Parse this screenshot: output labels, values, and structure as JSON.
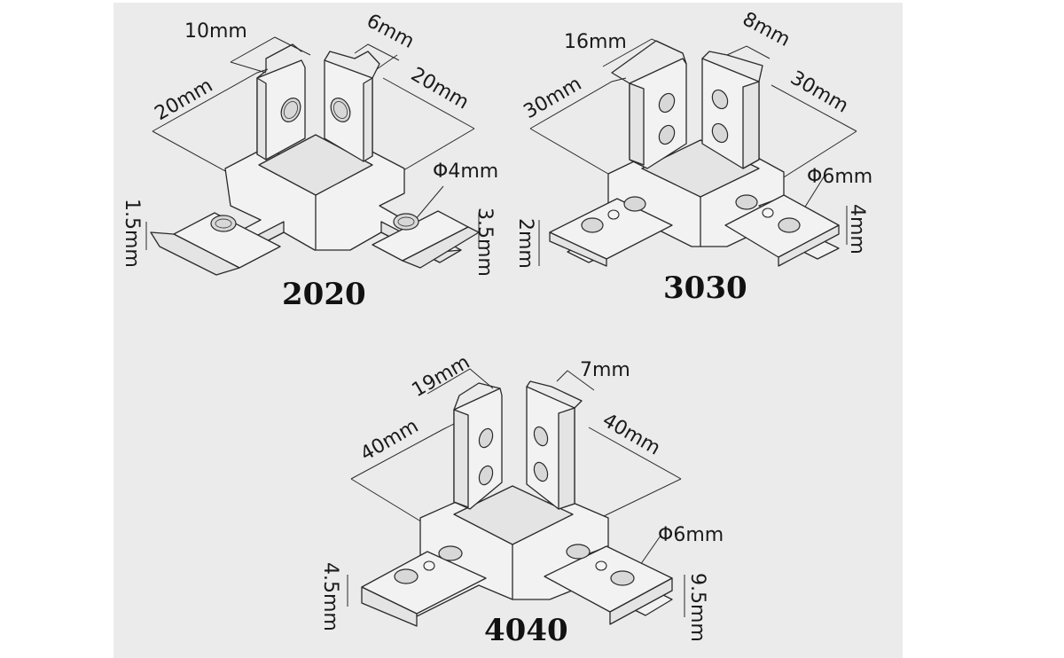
{
  "background": {
    "panel_color": "#ebebeb",
    "margin_color": "#ffffff",
    "line_color": "#2a2a2a"
  },
  "connectors": [
    {
      "model": "2020",
      "dimensions": {
        "top_left_width": "10mm",
        "top_right_width": "6mm",
        "left_length": "20mm",
        "right_length": "20mm",
        "hole_diameter": "Φ4mm",
        "left_thickness": "1.5mm",
        "right_height": "3.5mm"
      },
      "holes_per_arm": 1
    },
    {
      "model": "3030",
      "dimensions": {
        "top_left_width": "16mm",
        "top_right_width": "8mm",
        "left_length": "30mm",
        "right_length": "30mm",
        "hole_diameter": "Φ6mm",
        "left_thickness": "2mm",
        "right_height": "4mm"
      },
      "holes_per_arm": 2
    },
    {
      "model": "4040",
      "dimensions": {
        "top_left_width": "19mm",
        "top_right_width": "7mm",
        "left_length": "40mm",
        "right_length": "40mm",
        "hole_diameter": "Φ6mm",
        "left_thickness": "4.5mm",
        "right_height": "9.5mm"
      },
      "holes_per_arm": 2
    }
  ]
}
